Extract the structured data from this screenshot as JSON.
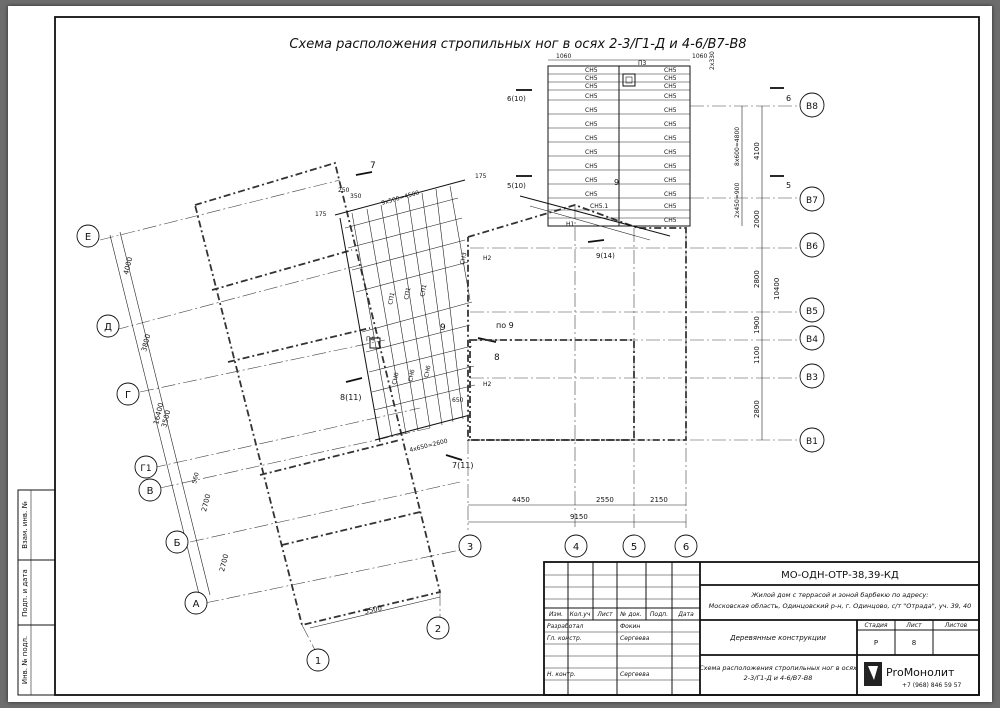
{
  "drawing": {
    "title": "Схема расположения стропильных ног в осях 2-3/Г1-Д и 4-6/В7-В8"
  },
  "axes": {
    "rows": [
      "Е",
      "Д",
      "Г",
      "Г1",
      "В",
      "Б",
      "А"
    ],
    "cols_left": [
      "1",
      "2"
    ],
    "cols_right": [
      "3",
      "4",
      "5",
      "6"
    ],
    "rows_right": [
      "В8",
      "В7",
      "В6",
      "В5",
      "В4",
      "В3",
      "В1"
    ]
  },
  "dims": {
    "left_vertical": [
      "4000",
      "3800",
      "3500",
      "560",
      "2700",
      "2700"
    ],
    "left_total": "16400",
    "left_bottom": "5500",
    "rafter_spacing_top": "9х500=4500",
    "rafter_spacing_bottom": "4х650=2600",
    "d250": "250",
    "d350": "350",
    "d175a": "175",
    "d175b": "175",
    "d650": "650",
    "top_1060a": "1060",
    "top_1060b": "1060",
    "top_2x330": "2х330",
    "right_vertical": [
      "4100",
      "2000",
      "2800",
      "1900",
      "1100",
      "2800"
    ],
    "right_total": "10400",
    "inner_8x600": "8х600=4800",
    "inner_2x450": "2х450=900",
    "bottom_parts": [
      "4450",
      "2550",
      "2150"
    ],
    "bottom_total": "9150"
  },
  "marks": {
    "sn5": "СН5",
    "sn5_1": "СН5.1",
    "sn3": "СН3",
    "sn6": "СН6",
    "st1": "СП1",
    "p3": "П3",
    "p4": "П4",
    "n1": "Н1",
    "n2a": "Н2",
    "n2b": "Н2",
    "sec7a": "7",
    "sec7b": "7(11)",
    "sec8a": "8",
    "sec8b": "8(11)",
    "sec9a": "9",
    "sec9b": "9(14)",
    "sec9c": "9",
    "po9": "по 9",
    "sec6a": "6(10)",
    "sec6b": "6",
    "sec5a": "5(10)",
    "sec5b": "5"
  },
  "stamp": {
    "code": "МО-ОДН-ОТР-38,39-КД",
    "project_title": "Жилой дом с террасой и зоной барбекю по адресу:",
    "project_address": "Московская область, Одинцовский р-н, г. Одинцово, с/т \"Отрада\", уч. 39, 40",
    "hdr_izm": "Изм.",
    "hdr_koluch": "Кол.уч",
    "hdr_list": "Лист",
    "hdr_ndok": "№ док.",
    "hdr_podp": "Подп.",
    "hdr_data": "Дата",
    "role1": "Разработал",
    "name1": "Фокин",
    "role2": "Гл. констр.",
    "name2": "Сергеева",
    "role3": "Н. контр.",
    "name3": "Сергеева",
    "section_name": "Деревянные конструкции",
    "hdr_stadia": "Стадия",
    "hdr_sheet": "Лист",
    "hdr_sheets": "Листов",
    "stadia": "Р",
    "sheet": "8",
    "sheet_title_1": "Схема расположения стропильных ног в осях",
    "sheet_title_2": "2-3/Г1-Д и 4-6/В7-В8",
    "company": "PrоМонолит",
    "phone": "+7 (968) 846 59 57"
  },
  "margin": {
    "inv_podl": "Инв. № подл.",
    "podp_data": "Подп. и дата",
    "vzam_inv": "Взам. инв. №"
  }
}
